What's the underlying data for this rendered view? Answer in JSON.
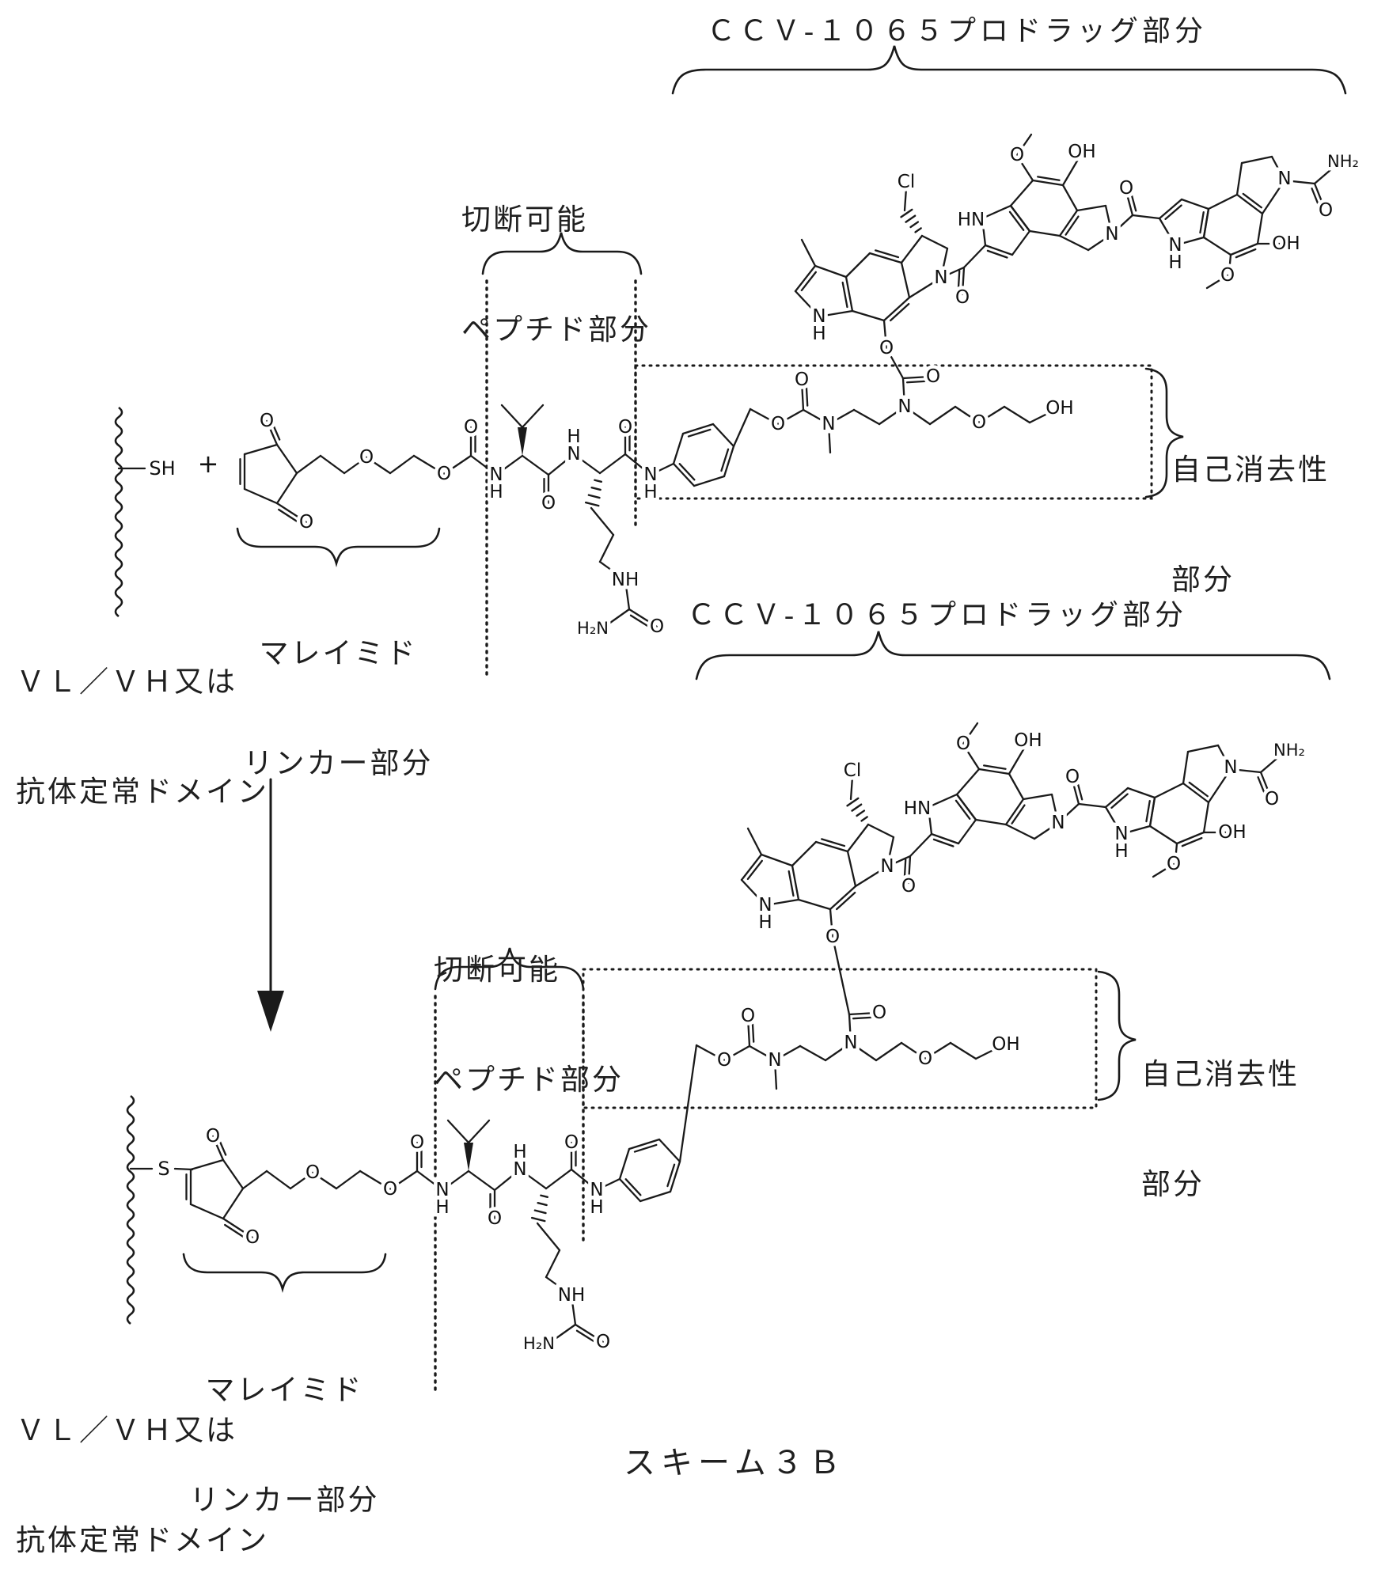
{
  "figure": {
    "scheme_label": "スキーム３Ｂ",
    "plus_sign": "+",
    "thiol_label": "SH",
    "thioether_label": "S"
  },
  "region_labels": {
    "prodrug": "ＣＣＶ-１０６５プロドラッグ部分",
    "cleavable_line1": "切断可能",
    "cleavable_line2": "ペプチド部分",
    "maleimide_line1": "マレイミド",
    "maleimide_line2": "リンカー部分",
    "antibody_line1": "ＶＬ／ＶＨ又は",
    "antibody_line2": "抗体定常ドメイン",
    "self_immolative_line1": "自己消去性",
    "self_immolative_line2": "部分"
  },
  "molecule": {
    "backbone": {
      "atoms": [
        [
          "O",
          -38,
          -66
        ],
        [
          "O",
          12,
          62
        ],
        [
          "O",
          88,
          -20
        ],
        [
          "O",
          186,
          1
        ],
        [
          "O",
          220,
          -58
        ],
        [
          "N",
          252,
          2
        ],
        [
          "H",
          252,
          24
        ],
        [
          "O",
          318,
          38
        ],
        [
          "N",
          350,
          -24
        ],
        [
          "H",
          350,
          -46
        ],
        [
          "O",
          415,
          -58
        ],
        [
          "N",
          447,
          2
        ],
        [
          "H",
          447,
          24
        ],
        [
          "NH",
          415,
          135
        ],
        [
          "H₂N",
          374,
          196
        ],
        [
          "O",
          455,
          194
        ]
      ],
      "bonds": [
        [
          0,
          0,
          -25,
          -36
        ],
        [
          -25,
          -36,
          -66,
          -24
        ],
        [
          -66,
          -24,
          -66,
          20,
          2
        ],
        [
          -66,
          20,
          -25,
          38
        ],
        [
          -25,
          38,
          0,
          0
        ],
        [
          -25,
          -36,
          -38,
          -66,
          2
        ],
        [
          -25,
          38,
          12,
          62,
          2
        ],
        [
          0,
          0,
          30,
          -22
        ],
        [
          30,
          -22,
          60,
          0
        ],
        [
          60,
          0,
          88,
          -20
        ],
        [
          88,
          -20,
          118,
          0
        ],
        [
          118,
          0,
          148,
          -22
        ],
        [
          148,
          -22,
          186,
          1
        ],
        [
          186,
          1,
          220,
          -22
        ],
        [
          220,
          -22,
          220,
          -58,
          2
        ],
        [
          220,
          -22,
          252,
          2
        ],
        [
          252,
          2,
          285,
          -22
        ],
        [
          285,
          -22,
          285,
          -58,
          3
        ],
        [
          285,
          -58,
          259,
          -86
        ],
        [
          285,
          -58,
          311,
          -86
        ],
        [
          285,
          -22,
          318,
          2
        ],
        [
          318,
          2,
          318,
          38,
          2
        ],
        [
          318,
          2,
          350,
          -24
        ],
        [
          350,
          -24,
          383,
          0
        ],
        [
          383,
          0,
          372,
          44,
          4
        ],
        [
          372,
          44,
          400,
          78
        ],
        [
          400,
          78,
          383,
          112
        ],
        [
          383,
          112,
          415,
          135
        ],
        [
          415,
          135,
          420,
          172
        ],
        [
          420,
          172,
          455,
          194,
          2
        ],
        [
          420,
          172,
          396,
          189
        ],
        [
          383,
          0,
          415,
          -24
        ],
        [
          415,
          -24,
          415,
          -58,
          2
        ],
        [
          415,
          -24,
          447,
          2
        ],
        [
          447,
          2,
          476,
          -12
        ],
        [
          476,
          -12,
          488,
          -50
        ],
        [
          488,
          -50,
          526,
          -62,
          2
        ],
        [
          526,
          -62,
          552,
          -34
        ],
        [
          552,
          -34,
          540,
          4,
          2
        ],
        [
          540,
          4,
          502,
          16
        ],
        [
          502,
          16,
          476,
          -12,
          2
        ]
      ]
    },
    "tail": {
      "atoms": [
        [
          "O",
          608,
          -62
        ],
        [
          "O",
          638,
          -118
        ],
        [
          "N",
          672,
          -62
        ],
        [
          "N",
          768,
          -84
        ],
        [
          "O",
          804,
          -122
        ],
        [
          "O",
          862,
          -64
        ],
        [
          "OH",
          964,
          -82
        ]
      ],
      "bonds": [
        [
          573,
          -81,
          608,
          -62
        ],
        [
          608,
          -62,
          640,
          -80
        ],
        [
          640,
          -80,
          638,
          -116,
          2
        ],
        [
          640,
          -80,
          672,
          -62
        ],
        [
          672,
          -62,
          674,
          -26
        ],
        [
          672,
          -62,
          704,
          -80
        ],
        [
          704,
          -80,
          736,
          -62
        ],
        [
          736,
          -62,
          768,
          -84
        ],
        [
          768,
          -84,
          766,
          -120
        ],
        [
          766,
          -120,
          800,
          -122,
          2
        ],
        [
          768,
          -84,
          800,
          -62
        ],
        [
          800,
          -62,
          832,
          -84
        ],
        [
          832,
          -84,
          862,
          -64
        ],
        [
          862,
          -64,
          894,
          -84
        ],
        [
          894,
          -84,
          926,
          -64
        ],
        [
          926,
          -64,
          958,
          -80
        ]
      ]
    },
    "drug": {
      "atoms": [
        [
          "O",
          745,
          -158
        ],
        [
          "Cl",
          770,
          -368
        ],
        [
          "N",
          660,
          -198
        ],
        [
          "H",
          660,
          -176
        ],
        [
          "N",
          814,
          -247
        ],
        [
          "O",
          841,
          -222
        ],
        [
          "HN",
          852,
          -320
        ],
        [
          "O",
          910,
          -402
        ],
        [
          "OH",
          992,
          -406
        ],
        [
          "N",
          1030,
          -302
        ],
        [
          "O",
          1048,
          -360
        ],
        [
          "N",
          1110,
          -288
        ],
        [
          "H",
          1110,
          -266
        ],
        [
          "O",
          1176,
          -250
        ],
        [
          "OH",
          1250,
          -290
        ],
        [
          "N",
          1248,
          -372
        ],
        [
          "O",
          1300,
          -332
        ],
        [
          "NH₂",
          1322,
          -394
        ]
      ],
      "bonds": [
        [
          745,
          -158,
          742,
          -193
        ],
        [
          702,
          -205,
          742,
          -193
        ],
        [
          742,
          -193,
          774,
          -222,
          2
        ],
        [
          774,
          -222,
          764,
          -266
        ],
        [
          764,
          -266,
          724,
          -278,
          2
        ],
        [
          724,
          -278,
          694,
          -248
        ],
        [
          694,
          -248,
          702,
          -205,
          2
        ],
        [
          702,
          -205,
          660,
          -198
        ],
        [
          660,
          -198,
          630,
          -230
        ],
        [
          630,
          -230,
          655,
          -262,
          2
        ],
        [
          655,
          -262,
          694,
          -248
        ],
        [
          655,
          -262,
          638,
          -295
        ],
        [
          764,
          -266,
          790,
          -300
        ],
        [
          790,
          -300,
          822,
          -284
        ],
        [
          822,
          -284,
          814,
          -247
        ],
        [
          814,
          -247,
          774,
          -222
        ],
        [
          790,
          -300,
          768,
          -332,
          4
        ],
        [
          768,
          -332,
          770,
          -360
        ],
        [
          814,
          -247,
          843,
          -260
        ],
        [
          843,
          -260,
          841,
          -226,
          2
        ],
        [
          843,
          -260,
          870,
          -288
        ],
        [
          870,
          -288,
          904,
          -276,
          2
        ],
        [
          904,
          -276,
          926,
          -306
        ],
        [
          926,
          -306,
          902,
          -338
        ],
        [
          902,
          -338,
          866,
          -322
        ],
        [
          866,
          -322,
          870,
          -288
        ],
        [
          926,
          -306,
          964,
          -300
        ],
        [
          964,
          -300,
          986,
          -332,
          2
        ],
        [
          986,
          -332,
          968,
          -364
        ],
        [
          968,
          -364,
          930,
          -370,
          2
        ],
        [
          930,
          -370,
          902,
          -338
        ],
        [
          902,
          -338,
          926,
          -306,
          2
        ],
        [
          930,
          -370,
          912,
          -398
        ],
        [
          910,
          -402,
          928,
          -428
        ],
        [
          968,
          -364,
          988,
          -398
        ],
        [
          986,
          -332,
          1022,
          -338
        ],
        [
          1022,
          -338,
          1030,
          -302
        ],
        [
          1030,
          -302,
          1000,
          -282
        ],
        [
          1000,
          -282,
          964,
          -300
        ],
        [
          1030,
          -302,
          1056,
          -326
        ],
        [
          1056,
          -326,
          1048,
          -356,
          2
        ],
        [
          1056,
          -326,
          1090,
          -322
        ],
        [
          1090,
          -322,
          1118,
          -346,
          2
        ],
        [
          1118,
          -346,
          1152,
          -334
        ],
        [
          1152,
          -334,
          1146,
          -298
        ],
        [
          1146,
          -298,
          1110,
          -288
        ],
        [
          1110,
          -288,
          1090,
          -322
        ],
        [
          1146,
          -298,
          1180,
          -276
        ],
        [
          1180,
          -276,
          1214,
          -290,
          2
        ],
        [
          1214,
          -290,
          1220,
          -328
        ],
        [
          1220,
          -328,
          1188,
          -352,
          2
        ],
        [
          1188,
          -352,
          1152,
          -334
        ],
        [
          1152,
          -334,
          1146,
          -298,
          2
        ],
        [
          1180,
          -276,
          1178,
          -254
        ],
        [
          1176,
          -250,
          1150,
          -234
        ],
        [
          1214,
          -290,
          1242,
          -290
        ],
        [
          1188,
          -352,
          1194,
          -392
        ],
        [
          1194,
          -392,
          1232,
          -400
        ],
        [
          1232,
          -400,
          1248,
          -370
        ],
        [
          1248,
          -370,
          1220,
          -328
        ],
        [
          1248,
          -370,
          1286,
          -366
        ],
        [
          1286,
          -366,
          1298,
          -336,
          2
        ],
        [
          1286,
          -366,
          1314,
          -390
        ]
      ]
    }
  }
}
